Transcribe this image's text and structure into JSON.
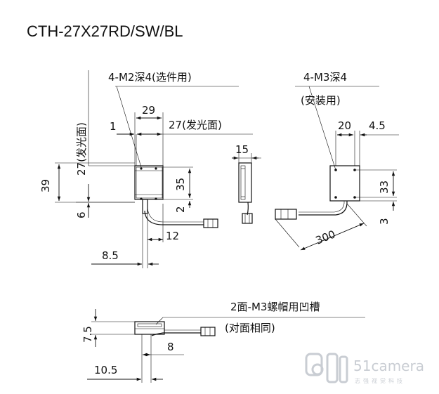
{
  "title": "CTH-27X27RD/SW/BL",
  "front_view": {
    "screw_note": "4-M2深4(选件用)",
    "emit_face_vertical": "27(发光面)",
    "emit_face_horizontal": "27(发光面)",
    "dim_29": "29",
    "dim_1": "1",
    "dim_39": "39",
    "dim_6": "6",
    "dim_35": "35",
    "dim_2": "2",
    "dim_12": "12",
    "dim_8_5": "8.5"
  },
  "side_view": {
    "dim_15": "15"
  },
  "back_view": {
    "screw_note_line1": "4-M3深4",
    "screw_note_line2": "(安装用)",
    "dim_20": "20",
    "dim_4_5": "4.5",
    "dim_33": "33",
    "dim_3": "3",
    "dim_300": "300"
  },
  "bottom_view": {
    "groove_note_line1": "2面-M3螺帽用凹槽",
    "groove_note_line2": "(对面相同)",
    "dim_7_5": "7.5",
    "dim_8": "8",
    "dim_10_5": "10.5"
  },
  "watermark": {
    "brand": "51camera",
    "tagline": "志强视觉科技"
  }
}
